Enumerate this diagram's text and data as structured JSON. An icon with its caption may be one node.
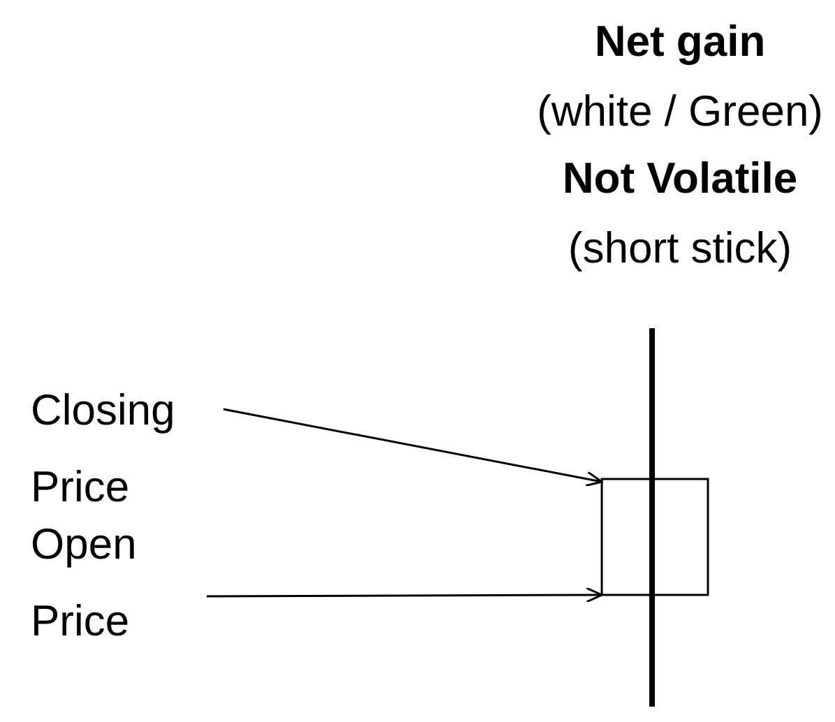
{
  "diagram": {
    "nodes": [
      {
        "text": [
          "Closing Price"
        ]
      },
      {
        "text": [
          "Open Price"
        ]
      },
      {
        "text": [],
        "shape": "box"
      }
    ],
    "edges": [
      {
        "from": 0,
        "to": 2,
        "arrow": "to"
      },
      {
        "from": 1,
        "to": 2,
        "arrow": "to"
      }
    ],
    "labels": [
      "Net gain",
      "(white / Green)",
      "Not Volatile",
      "(short stick)"
    ]
  }
}
